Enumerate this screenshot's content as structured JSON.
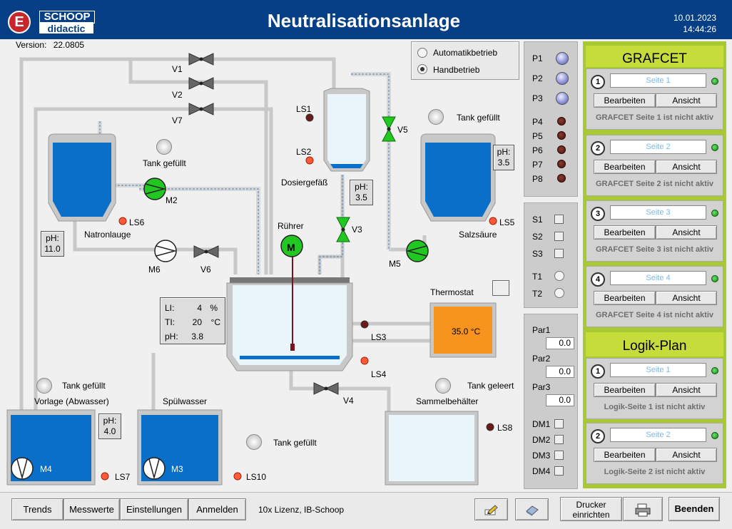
{
  "header": {
    "logo_letter": "E",
    "brand_top": "SCHOOP",
    "brand_bottom": "didactic",
    "title": "Neutralisationsanlage",
    "date": "10.01.2023",
    "time": "14:44:26",
    "version_label": "Version:",
    "version_value": "22.0805"
  },
  "mode": {
    "options": [
      "Automatikbetrieb",
      "Handbetrieb"
    ],
    "selected": "Handbetrieb"
  },
  "process": {
    "valves": {
      "v1": "V1",
      "v2": "V2",
      "v3": "V3",
      "v4": "V4",
      "v5": "V5",
      "v6": "V6",
      "v7": "V7"
    },
    "pumps": {
      "m2": "M2",
      "m3": "M3",
      "m4": "M4",
      "m5": "M5",
      "m6": "M6"
    },
    "sensors": {
      "ls1": "LS1",
      "ls2": "LS2",
      "ls3": "LS3",
      "ls4": "LS4",
      "ls5": "LS5",
      "ls6": "LS6",
      "ls7": "LS7",
      "ls8": "LS8",
      "ls10": "LS10"
    },
    "tank_full": "Tank gefüllt",
    "tank_empty": "Tank geleert",
    "natronlauge": {
      "name": "Natronlauge",
      "ph_label": "pH:",
      "ph": "11.0"
    },
    "salzsaeure": {
      "name": "Salzsäure",
      "ph_label": "pH:",
      "ph": "3.5"
    },
    "dosiergefaess": {
      "name": "Dosiergefäß",
      "ph_label": "pH:",
      "ph": "3.5"
    },
    "vorlage": {
      "name": "Vorlage (Abwasser)",
      "ph_label": "pH:",
      "ph": "4.0"
    },
    "spuelwasser": {
      "name": "Spülwasser"
    },
    "sammelbehaelter": {
      "name": "Sammelbehälter"
    },
    "ruehrer": {
      "name": "Rührer",
      "motor": "M"
    },
    "thermostat": {
      "name": "Thermostat",
      "value": "35.0 °C"
    },
    "reactor": {
      "li_label": "LI:",
      "li_value": "4",
      "li_unit": "%",
      "ti_label": "TI:",
      "ti_value": "20",
      "ti_unit": "°C",
      "ph_label": "pH:",
      "ph_value": "3.8"
    }
  },
  "indicators": {
    "p_bulbs": [
      "P1",
      "P2",
      "P3"
    ],
    "p_lamps": [
      "P4",
      "P5",
      "P6",
      "P7",
      "P8"
    ],
    "switches": [
      "S1",
      "S2",
      "S3"
    ],
    "toggles": [
      "T1",
      "T2"
    ],
    "params": [
      {
        "label": "Par1",
        "value": "0.0"
      },
      {
        "label": "Par2",
        "value": "0.0"
      },
      {
        "label": "Par3",
        "value": "0.0"
      }
    ],
    "dm": [
      "DM1",
      "DM2",
      "DM3",
      "DM4"
    ]
  },
  "grafcet": {
    "title": "GRAFCET",
    "cards": [
      {
        "num": "1",
        "page": "Seite 1",
        "edit": "Bearbeiten",
        "view": "Ansicht",
        "status": "GRAFCET Seite 1 ist nicht aktiv"
      },
      {
        "num": "2",
        "page": "Seite 2",
        "edit": "Bearbeiten",
        "view": "Ansicht",
        "status": "GRAFCET Seite 2 ist nicht aktiv"
      },
      {
        "num": "3",
        "page": "Seite 3",
        "edit": "Bearbeiten",
        "view": "Ansicht",
        "status": "GRAFCET Seite 3 ist nicht aktiv"
      },
      {
        "num": "4",
        "page": "Seite 4",
        "edit": "Bearbeiten",
        "view": "Ansicht",
        "status": "GRAFCET Seite 4 ist nicht aktiv"
      }
    ]
  },
  "logik": {
    "title": "Logik-Plan",
    "cards": [
      {
        "num": "1",
        "page": "Seite 1",
        "edit": "Bearbeiten",
        "view": "Ansicht",
        "status": "Logik-Seite 1 ist nicht aktiv"
      },
      {
        "num": "2",
        "page": "Seite 2",
        "edit": "Bearbeiten",
        "view": "Ansicht",
        "status": "Logik-Seite 2 ist nicht aktiv"
      }
    ]
  },
  "bottom": {
    "trends": "Trends",
    "messwerte": "Messwerte",
    "einstellungen": "Einstellungen",
    "anmelden": "Anmelden",
    "license": "10x Lizenz, IB-Schoop",
    "drucker_line1": "Drucker",
    "drucker_line2": "einrichten",
    "beenden": "Beenden"
  },
  "colors": {
    "header_bg": "#063f85",
    "tank_blue": "#0a6fc8",
    "grafcet_green": "#a9c932",
    "thermostat_orange": "#f7941d",
    "valve_green": "#22c822"
  }
}
